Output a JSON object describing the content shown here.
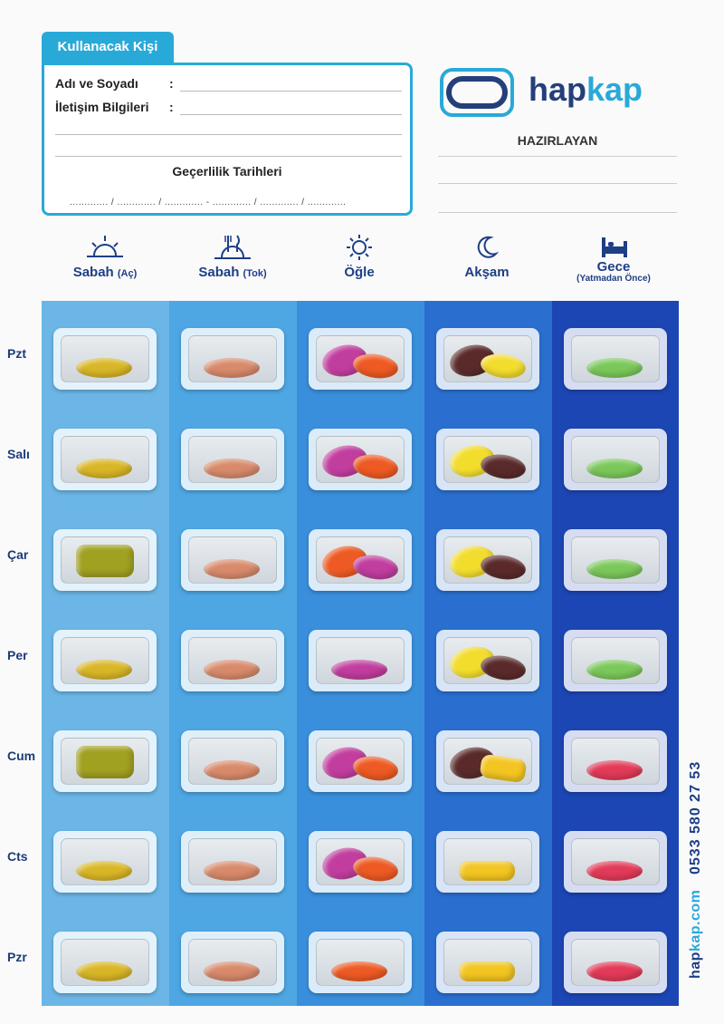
{
  "user": {
    "tab": "Kullanacak Kişi",
    "name_label": "Adı ve Soyadı",
    "contact_label": "İletişim Bilgileri",
    "colon": ":",
    "validity_label": "Geçerlilik Tarihleri",
    "dates_line": "............. / ............. / ............. - ............. / ............. / ............."
  },
  "brand": {
    "hap": "hap",
    "kap": "kap",
    "prepared_by": "HAZIRLAYAN",
    "site_prefix": "hap",
    "site_suffix": "kap.com",
    "phone": "0533 580 27 53"
  },
  "columns": [
    {
      "title": "Sabah",
      "qual": "(Aç)",
      "icon": "sunrise-icon",
      "color": "#6bb6e6"
    },
    {
      "title": "Sabah",
      "qual": "(Tok)",
      "icon": "meal-icon",
      "color": "#4ea6e3"
    },
    {
      "title": "Öğle",
      "qual": "",
      "icon": "sun-icon",
      "color": "#3a8fdc"
    },
    {
      "title": "Akşam",
      "qual": "",
      "icon": "moon-icon",
      "color": "#2a6fd0"
    },
    {
      "title": "Gece",
      "qual": "(Yatmadan Önce)",
      "icon": "bed-icon",
      "color": "#1c46b4"
    }
  ],
  "days": [
    "Pzt",
    "Salı",
    "Çar",
    "Per",
    "Cum",
    "Cts",
    "Pzr"
  ],
  "pill_colors": {
    "yellow": "#d9b627",
    "olive": "#a0a021",
    "salmon": "#d88a6b",
    "magenta": "#c13d9e",
    "orange": "#ee5a23",
    "brown": "#5a2a2a",
    "lemon": "#f2dc2c",
    "green": "#7bc85a",
    "red": "#e23a58",
    "gold": "#f2c521"
  }
}
